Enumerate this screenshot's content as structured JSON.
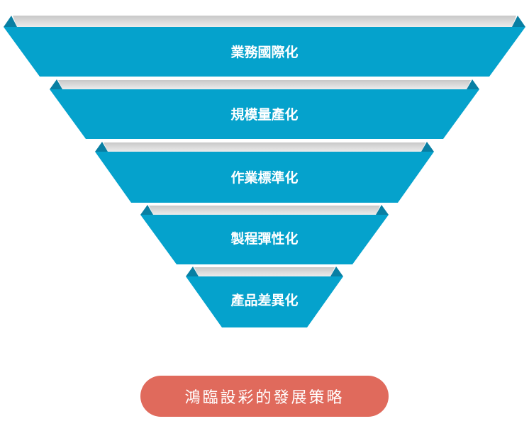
{
  "funnel": {
    "bands": [
      {
        "label": "業務國際化"
      },
      {
        "label": "規模量產化"
      },
      {
        "label": "作業標準化"
      },
      {
        "label": "製程彈性化"
      },
      {
        "label": "產品差異化"
      }
    ],
    "colors": {
      "band_fill": "#05a2cc",
      "band_fold": "#087fa3",
      "band_ribbon": "#dcdcdc",
      "label_text": "#ffffff"
    }
  },
  "caption": {
    "text": "鴻臨設彩的發展策略",
    "color": "#e06a5c"
  }
}
